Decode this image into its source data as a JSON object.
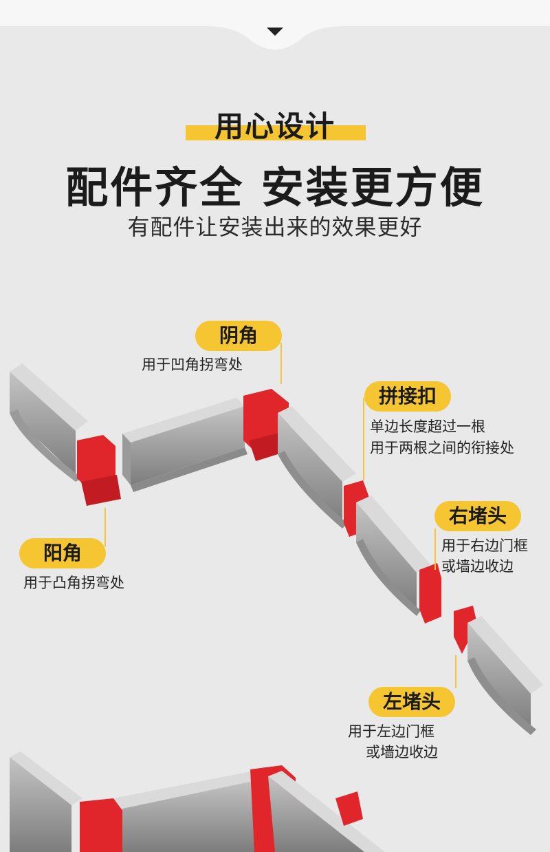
{
  "header": {
    "title_small": "用心设计",
    "title_main": "配件齐全 安装更方便",
    "subtitle": "有配件让安装出来的效果更好"
  },
  "labels": {
    "yinjiao": {
      "title": "阴角",
      "desc": "用于凹角拐弯处"
    },
    "yangjiao": {
      "title": "阳角",
      "desc": "用于凸角拐弯处"
    },
    "pinjiekou": {
      "title": "拼接扣",
      "desc_1": "单边长度超过一根",
      "desc_2": "用于两根之间的衔接处"
    },
    "youdutou": {
      "title": "右堵头",
      "desc_1": "用于右边门框",
      "desc_2": "或墙边收边"
    },
    "zuodutou": {
      "title": "左堵头",
      "desc_1": "用于左边门框",
      "desc_2": "或墙边收边"
    }
  },
  "colors": {
    "accent": "#f6c532",
    "part_red": "#e0252b",
    "rail_gray": "#b9b9b9",
    "background": "#e9e9e9"
  },
  "icons": {
    "tab": "triangle-down-icon"
  }
}
